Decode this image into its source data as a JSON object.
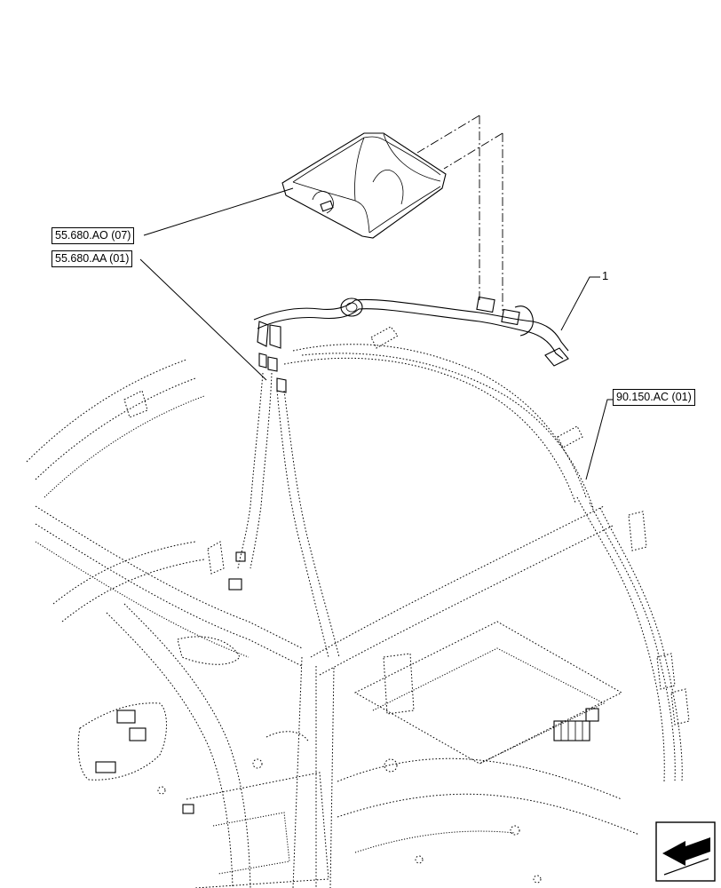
{
  "references": {
    "cab_roof_ref": "55.680.AO (07)",
    "harness_ref": "55.680.AA (01)",
    "frame_ref": "90.150.AC (01)"
  },
  "callouts": {
    "item_1": "1"
  },
  "nav": {
    "direction_icon": "view-orientation-arrow-icon"
  }
}
